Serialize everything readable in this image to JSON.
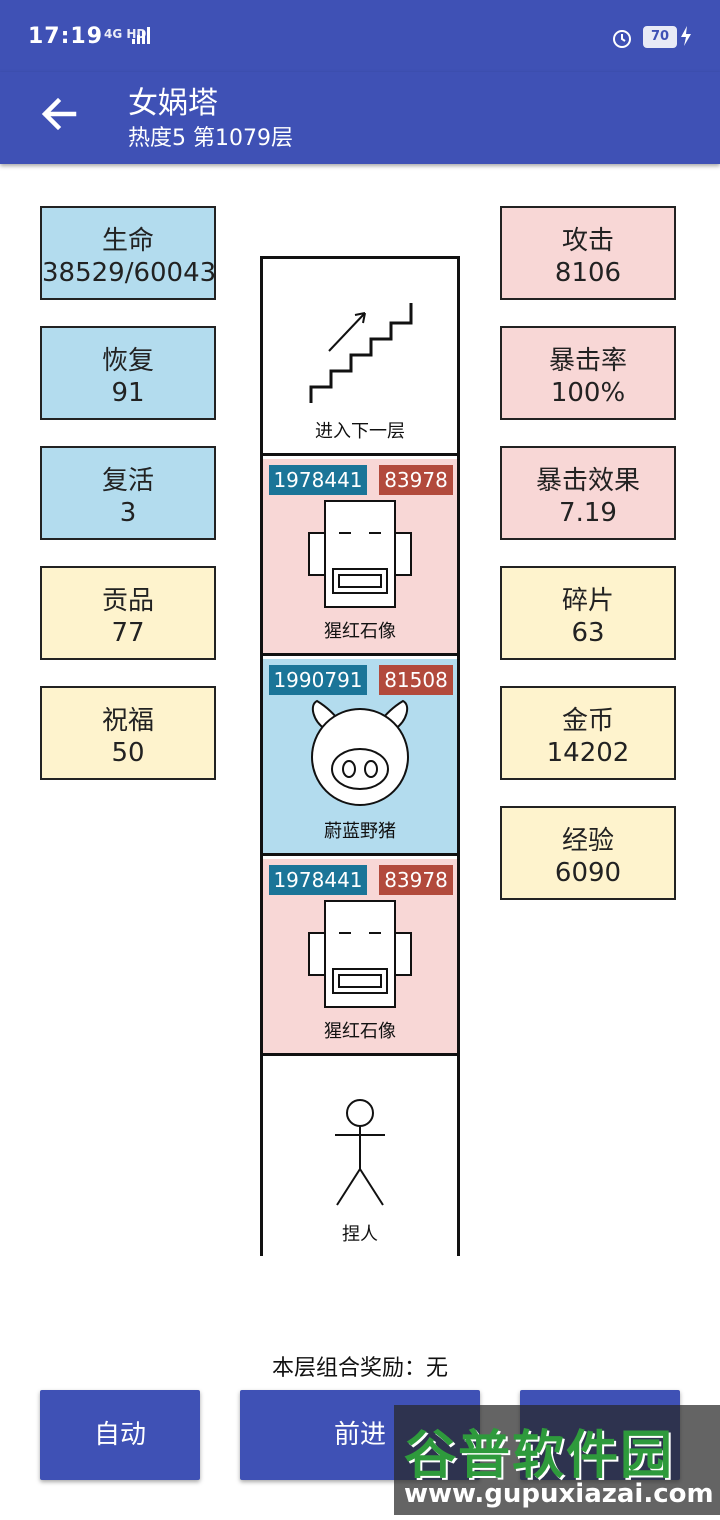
{
  "status_bar": {
    "time": "17:19",
    "network": "4G HD",
    "battery": "70"
  },
  "app_bar": {
    "title": "女娲塔",
    "subtitle": "热度5 第1079层"
  },
  "left_stats": [
    {
      "label": "生命",
      "value": "38529/60043"
    },
    {
      "label": "恢复",
      "value": "91"
    },
    {
      "label": "复活",
      "value": "3"
    },
    {
      "label": "贡品",
      "value": "77"
    },
    {
      "label": "祝福",
      "value": "50"
    }
  ],
  "right_stats": [
    {
      "label": "攻击",
      "value": "8106"
    },
    {
      "label": "暴击率",
      "value": "100%"
    },
    {
      "label": "暴击效果",
      "value": "7.19"
    },
    {
      "label": "碎片",
      "value": "63"
    },
    {
      "label": "金币",
      "value": "14202"
    },
    {
      "label": "经验",
      "value": "6090"
    }
  ],
  "tower": {
    "cells": [
      {
        "name": "进入下一层",
        "icon": "stairs-icon"
      },
      {
        "name": "猩红石像",
        "hp": "1978441",
        "atk": "83978",
        "icon": "robot-icon",
        "color": "#f8d7d6"
      },
      {
        "name": "蔚蓝野猪",
        "hp": "1990791",
        "atk": "81508",
        "icon": "pig-icon",
        "color": "#b3dcee"
      },
      {
        "name": "猩红石像",
        "hp": "1978441",
        "atk": "83978",
        "icon": "robot-icon",
        "color": "#f8d7d6"
      },
      {
        "name": "捏人",
        "icon": "stick-figure-icon"
      }
    ]
  },
  "reward_text": "本层组合奖励：无",
  "buttons": {
    "auto": "自动",
    "forward": "前进"
  },
  "watermark": {
    "text": "谷普软件园",
    "url": "www.gupuxiazai.com"
  },
  "colors": {
    "primary": "#3f51b5",
    "hp_badge": "#1b7598",
    "atk_badge": "#b24a3c"
  }
}
